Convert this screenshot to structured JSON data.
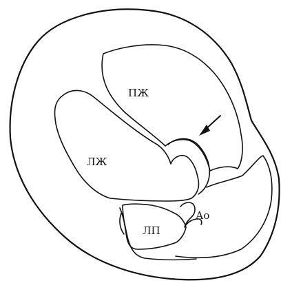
{
  "labels": {
    "rv": "ПЖ",
    "lv": "ЛЖ",
    "ao": "Ао",
    "la": "ЛП"
  },
  "icons": {
    "arrow": "arrow-pointer-icon"
  }
}
